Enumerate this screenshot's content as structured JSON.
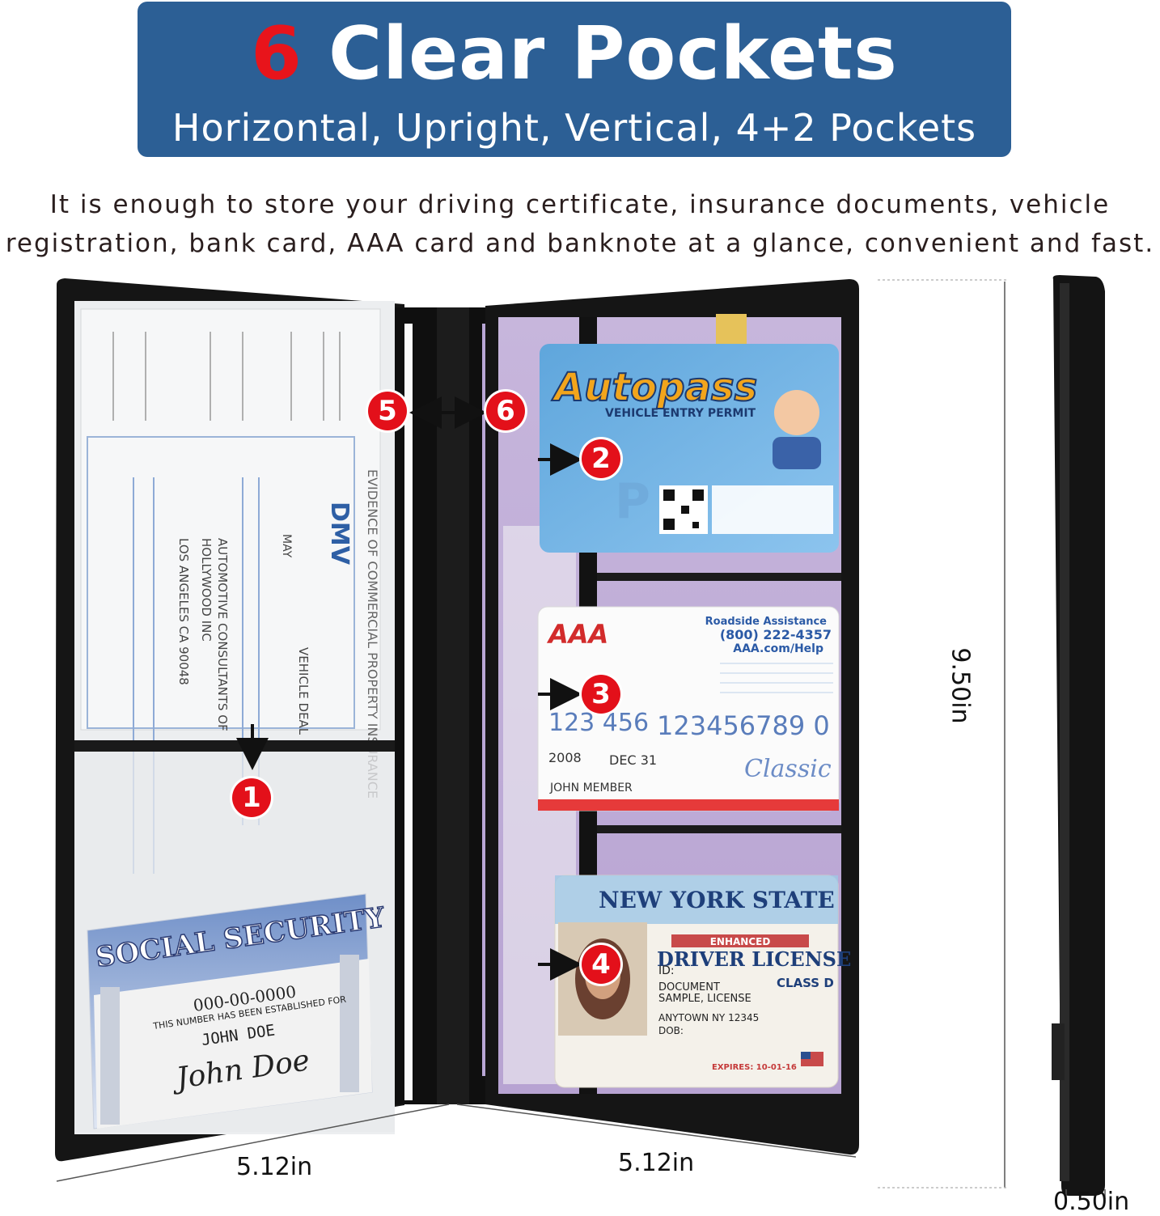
{
  "banner": {
    "title_number": "6",
    "title_text": "Clear Pockets",
    "subtitle": "Horizontal, Upright, Vertical, 4+2 Pockets"
  },
  "description": {
    "line1": "It is enough to store your driving certificate, insurance documents, vehicle",
    "line2": "registration, bank card, AAA card and banknote at a glance, convenient and fast."
  },
  "pockets": [
    "1",
    "2",
    "3",
    "4",
    "5",
    "6"
  ],
  "dimensions": {
    "left_width": "5.12in",
    "right_width": "5.12in",
    "height": "9.50in",
    "thickness": "0.50in"
  },
  "cards": {
    "ss_title": "SOCIAL SECURITY",
    "ss_number": "000-00-0000",
    "ss_line": "THIS NUMBER HAS BEEN ESTABLISHED FOR",
    "ss_name": "JOHN DOE",
    "ss_signature": "John Doe",
    "autopass_logo": "Autopass",
    "autopass_sub": "VEHICLE ENTRY PERMIT",
    "aaa_logo": "AAA",
    "aaa_line1": "Roadside Assistance",
    "aaa_line2": "(800) 222-4357",
    "aaa_line3": "AAA.com/Help",
    "aaa_num_left": "123 456",
    "aaa_membership": "123456789 0",
    "aaa_year": "2008",
    "aaa_valid": "DEC 31",
    "aaa_name": "JOHN MEMBER",
    "aaa_classic": "Classic",
    "ny_title": "NEW YORK STATE",
    "ny_enhanced": "ENHANCED",
    "ny_dl": "DRIVER LICENSE",
    "ny_class": "CLASS D",
    "ny_id": "ID:",
    "ny_doc": "DOCUMENT",
    "ny_sample": "SAMPLE, LICENSE",
    "ny_town": "ANYTOWN NY 12345",
    "ny_dob": "DOB:",
    "ny_expires": "EXPIRES: 10-01-16",
    "doc_title": "EVIDENCE OF COMMERCIAL PROPERTY INSURANCE",
    "doc_vehicle": "VEHICLE DEAL",
    "doc_company": "AUTOMOTIVE CONSULTANTS OF",
    "doc_company2": "HOLLYWOOD INC",
    "doc_city": "LOS ANGELES CA 90048",
    "doc_month": "MAY",
    "doc_dmv": "DMV"
  }
}
